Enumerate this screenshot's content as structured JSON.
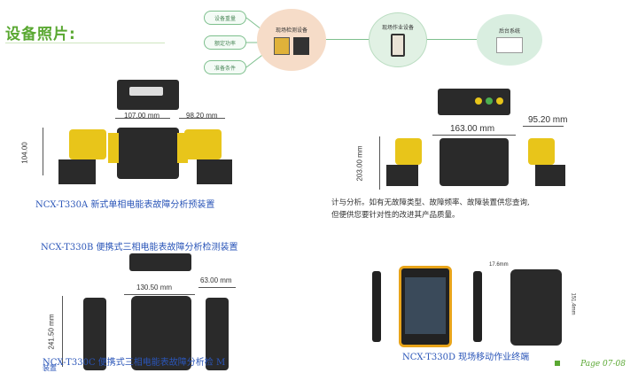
{
  "header": {
    "title": "设备照片:"
  },
  "diagram": {
    "bubbles": [
      "设备重量",
      "额定功率",
      "准备条件"
    ],
    "device_label": "现场检测设备",
    "phone_label": "现场作业设备",
    "system_label": "后台系统"
  },
  "product_a": {
    "caption": "NCX-T330A 新式单相电能表故障分析预装置",
    "dim_width_1": "107.00 mm",
    "dim_width_2": "98.20 mm",
    "dim_height": "104.00"
  },
  "product_a2": {
    "dim_width_1": "163.00 mm",
    "dim_width_2": "95.20 mm",
    "dim_height": "203.00 mm"
  },
  "description": {
    "line1": "计与分析。如有无故障类型、故障频率、故障装置供您查询,",
    "line2": "但便供您要针对性的改进其产品质量。"
  },
  "product_b": {
    "caption": "NCX-T330B 便携式三相电能表故障分析检测装置",
    "dim_width_1": "130.50 mm",
    "dim_width_2": "63.00 mm",
    "dim_height": "241.50 mm"
  },
  "product_c": {
    "caption": "NCX-T330C 便携式三相电能表故障分析检 M",
    "sub": "装置"
  },
  "product_d": {
    "caption": "NCX-T330D 现场移动作业终端",
    "dim_top": "17.6mm",
    "dim_side": "151.4mm"
  },
  "footer": {
    "page": "Page 07-08"
  }
}
